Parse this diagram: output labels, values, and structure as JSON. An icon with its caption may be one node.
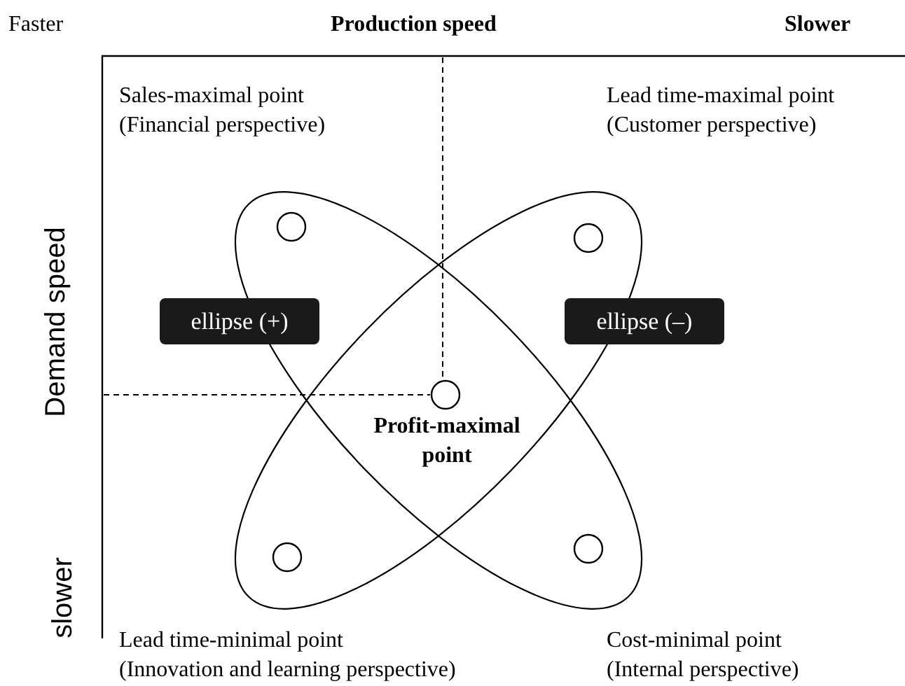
{
  "diagram": {
    "nodes": [
      {
        "text": [],
        "shape": "circle",
        "beside": [
          "Sales-maximal point",
          "(Financial perspective)"
        ]
      },
      {
        "text": [],
        "shape": "circle",
        "beside": [
          "Lead time-maximal point",
          "(Customer perspective)"
        ]
      },
      {
        "text": [
          "ellipse (+)"
        ]
      },
      {
        "text": [
          "ellipse (–)"
        ]
      },
      {
        "text": [],
        "shape": "circle",
        "beside": [
          "Profit-maximal point"
        ]
      },
      {
        "text": [],
        "shape": "circle",
        "beside": [
          "Lead time-minimal point",
          "(Innovation and learning perspective)"
        ]
      },
      {
        "text": [],
        "shape": "circle",
        "beside": [
          "Cost-minimal point",
          "(Internal perspective)"
        ]
      }
    ],
    "labels": [
      "Faster",
      "Production speed",
      "Slower",
      "Demand speed",
      "slower"
    ]
  }
}
